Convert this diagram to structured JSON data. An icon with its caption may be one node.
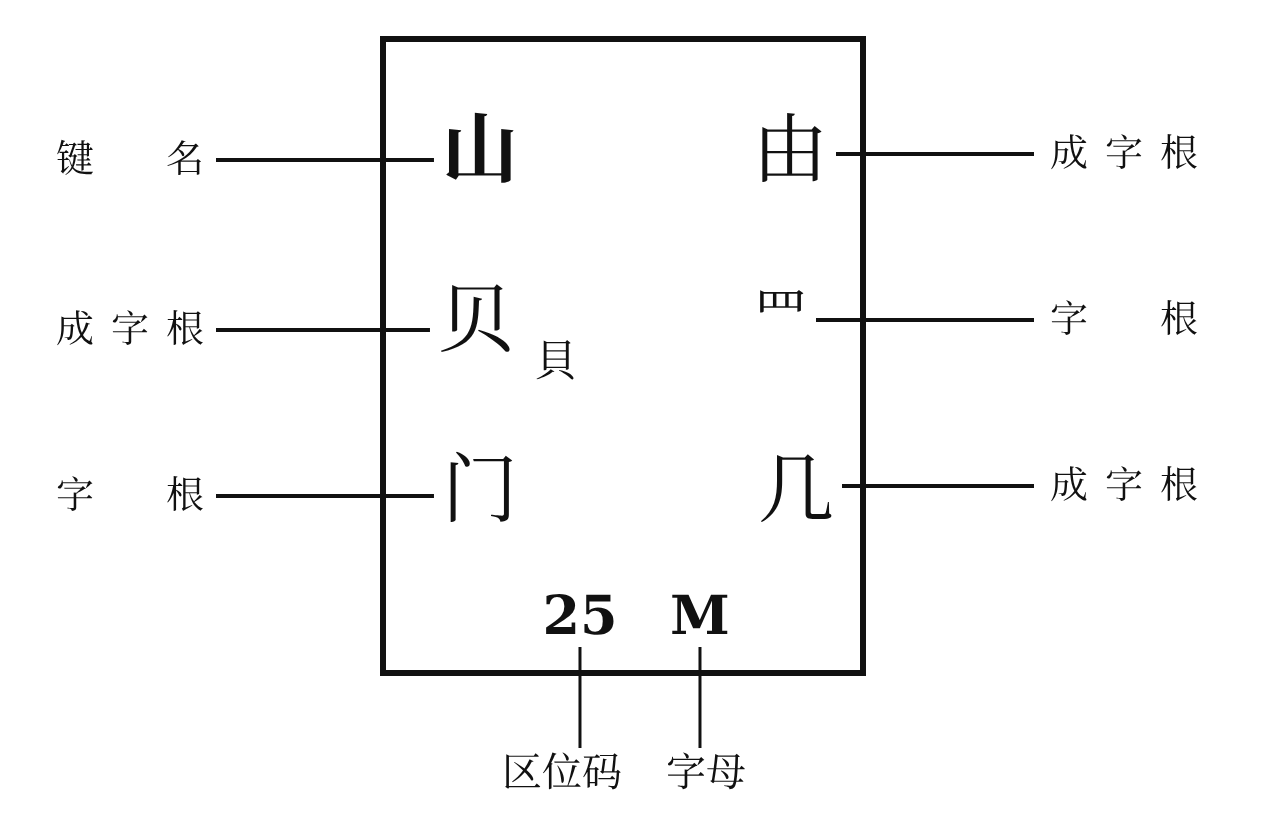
{
  "diagram": {
    "nodes": [
      {
        "text": [],
        "shape": "box"
      },
      {
        "text": [
          "山"
        ],
        "in": 0
      },
      {
        "text": [
          "由"
        ],
        "in": 0
      },
      {
        "text": [
          "贝"
        ],
        "in": 0
      },
      {
        "text": [
          "罒"
        ],
        "in": 0
      },
      {
        "text": [
          "门"
        ],
        "in": 0
      },
      {
        "text": [
          "几"
        ],
        "in": 0
      },
      {
        "text": [
          "25"
        ],
        "in": 0
      },
      {
        "text": [
          "M"
        ],
        "in": 0
      },
      {
        "text": [
          "键 名"
        ]
      },
      {
        "text": [
          "成字根"
        ]
      },
      {
        "text": [
          "字 根"
        ]
      },
      {
        "text": [
          "成字根"
        ]
      },
      {
        "text": [
          "字 根"
        ]
      },
      {
        "text": [
          "成字根"
        ]
      },
      {
        "text": [
          "区位码"
        ]
      },
      {
        "text": [
          "字母"
        ]
      }
    ],
    "edges": [
      {
        "from": 9,
        "to": 1,
        "arrow": "none"
      },
      {
        "from": 10,
        "to": 3,
        "arrow": "none"
      },
      {
        "from": 11,
        "to": 5,
        "arrow": "none"
      },
      {
        "from": 12,
        "to": 2,
        "arrow": "none"
      },
      {
        "from": 13,
        "to": 4,
        "arrow": "none"
      },
      {
        "from": 14,
        "to": 6,
        "arrow": "none"
      },
      {
        "from": 15,
        "to": 7,
        "arrow": "none"
      },
      {
        "from": 16,
        "to": 8,
        "arrow": "none"
      }
    ],
    "labels": [
      "貝"
    ]
  }
}
